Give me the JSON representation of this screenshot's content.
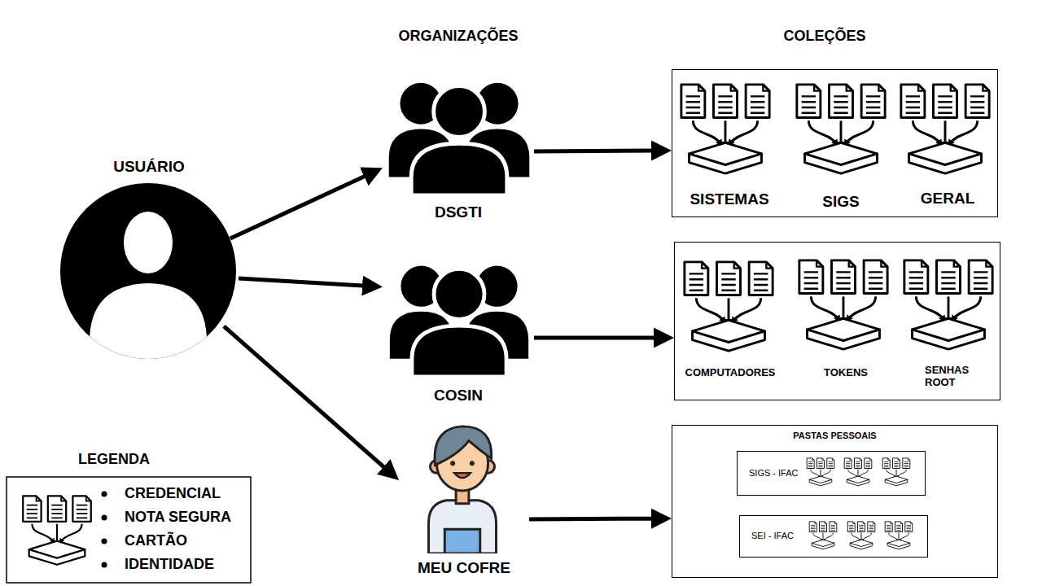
{
  "diagram": {
    "nodes": [
      {
        "text": [
          "USUÁRIO"
        ]
      },
      {
        "text": [
          "DSGTI"
        ]
      },
      {
        "text": [
          "COSIN"
        ]
      },
      {
        "text": [
          "MEU COFRE"
        ]
      },
      {
        "text": []
      },
      {
        "text": [
          "SISTEMAS"
        ],
        "in": 4
      },
      {
        "text": [
          "SIGS"
        ],
        "in": 4
      },
      {
        "text": [
          "GERAL"
        ],
        "in": 4
      },
      {
        "text": []
      },
      {
        "text": [
          "COMPUTADORES"
        ],
        "in": 8
      },
      {
        "text": [
          "TOKENS"
        ],
        "in": 8
      },
      {
        "text": [
          "SENHAS ROOT"
        ],
        "in": 8
      },
      {
        "text": [
          "PASTAS PESSOAIS"
        ]
      },
      {
        "text": [
          "SIGS - IFAC"
        ],
        "in": 12
      },
      {
        "text": [
          "SEI - IFAC"
        ],
        "in": 12
      }
    ],
    "edges": [
      {
        "from": 0,
        "to": 1,
        "arrow": "to"
      },
      {
        "from": 0,
        "to": 2,
        "arrow": "to"
      },
      {
        "from": 0,
        "to": 3,
        "arrow": "to"
      },
      {
        "from": 1,
        "to": 4,
        "arrow": "to"
      },
      {
        "from": 2,
        "to": 8,
        "arrow": "to"
      },
      {
        "from": 3,
        "to": 12,
        "arrow": "to"
      }
    ],
    "labels": [
      "ORGANIZAÇÕES",
      "COLEÇÕES",
      "LEGENDA"
    ],
    "legend": [
      {
        "text": "CREDENCIAL"
      },
      {
        "text": "NOTA SEGURA"
      },
      {
        "text": "CARTÃO"
      },
      {
        "text": "IDENTIDADE"
      }
    ]
  }
}
